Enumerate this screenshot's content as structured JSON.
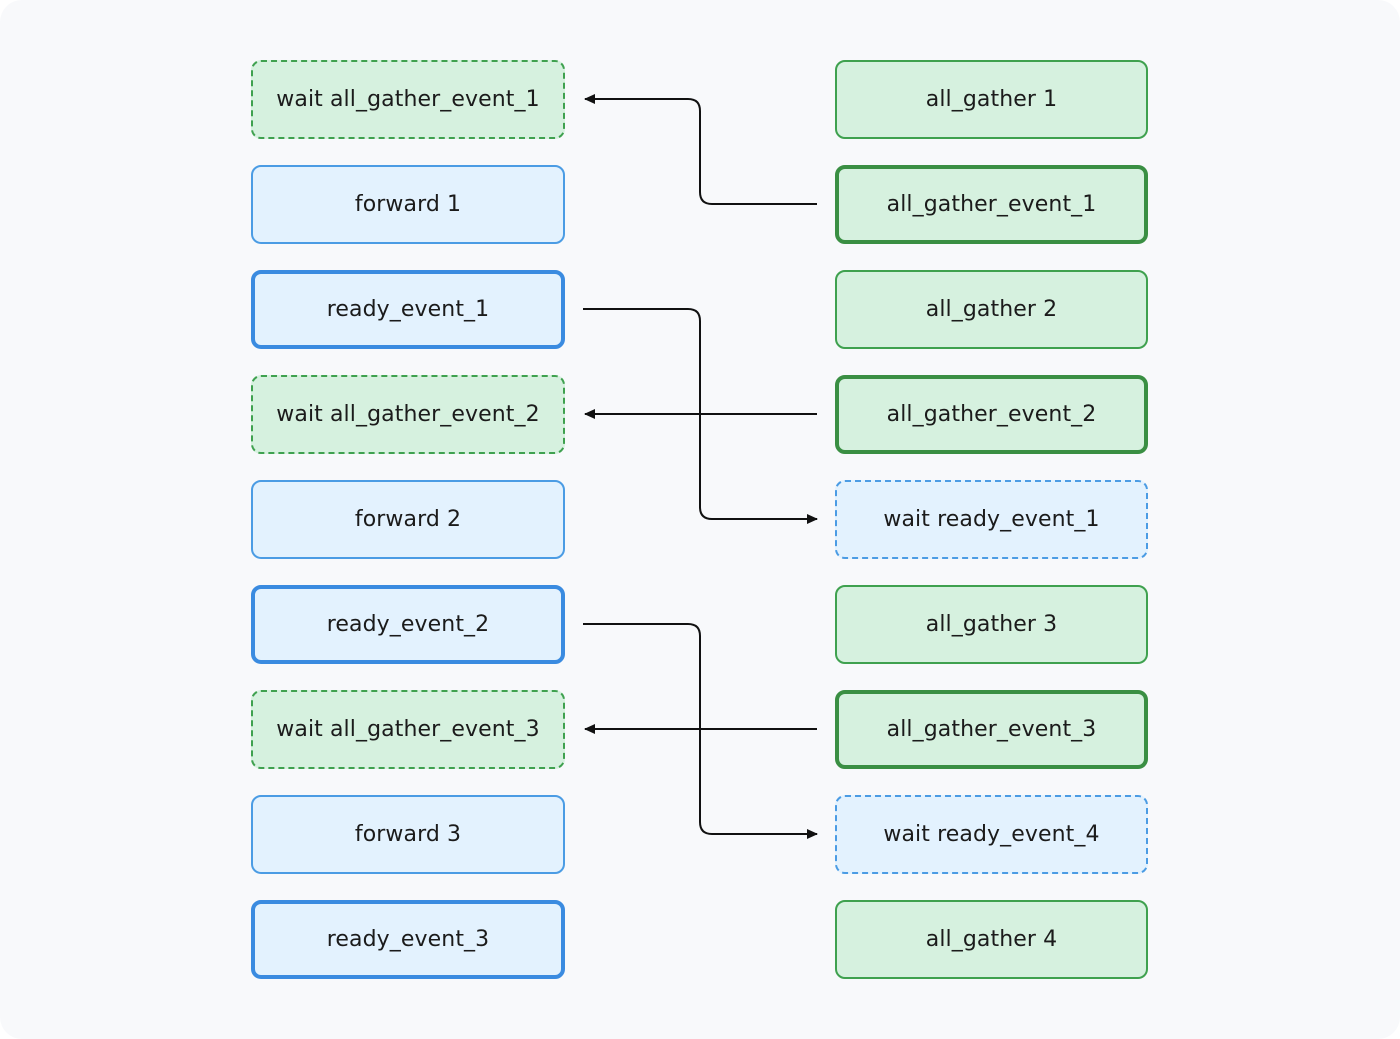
{
  "left_column": [
    {
      "label": "wait all_gather_event_1",
      "style": "green-dashed"
    },
    {
      "label": "forward 1",
      "style": "blue-solid"
    },
    {
      "label": "ready_event_1",
      "style": "blue-bold"
    },
    {
      "label": "wait all_gather_event_2",
      "style": "green-dashed"
    },
    {
      "label": "forward 2",
      "style": "blue-solid"
    },
    {
      "label": "ready_event_2",
      "style": "blue-bold"
    },
    {
      "label": "wait all_gather_event_3",
      "style": "green-dashed"
    },
    {
      "label": "forward 3",
      "style": "blue-solid"
    },
    {
      "label": "ready_event_3",
      "style": "blue-bold"
    }
  ],
  "right_column": [
    {
      "label": "all_gather 1",
      "style": "green-solid"
    },
    {
      "label": "all_gather_event_1",
      "style": "green-bold"
    },
    {
      "label": "all_gather 2",
      "style": "green-solid"
    },
    {
      "label": "all_gather_event_2",
      "style": "green-bold"
    },
    {
      "label": "wait ready_event_1",
      "style": "blue-dashed"
    },
    {
      "label": "all_gather 3",
      "style": "green-solid"
    },
    {
      "label": "all_gather_event_3",
      "style": "green-bold"
    },
    {
      "label": "wait ready_event_4",
      "style": "blue-dashed"
    },
    {
      "label": "all_gather 4",
      "style": "green-solid"
    }
  ],
  "connections": [
    {
      "from": "all_gather_event_1",
      "to": "wait all_gather_event_1"
    },
    {
      "from": "ready_event_1",
      "to": "wait ready_event_1"
    },
    {
      "from": "all_gather_event_2",
      "to": "wait all_gather_event_2"
    },
    {
      "from": "ready_event_2",
      "to": "wait ready_event_4"
    },
    {
      "from": "all_gather_event_3",
      "to": "wait all_gather_event_3"
    }
  ],
  "colors": {
    "green_fill": "#d6f1df",
    "green_border": "#3fa14f",
    "blue_fill": "#e3f2fe",
    "blue_border": "#4b9ce4",
    "arrow": "#111111",
    "background": "#f8f9fb"
  }
}
